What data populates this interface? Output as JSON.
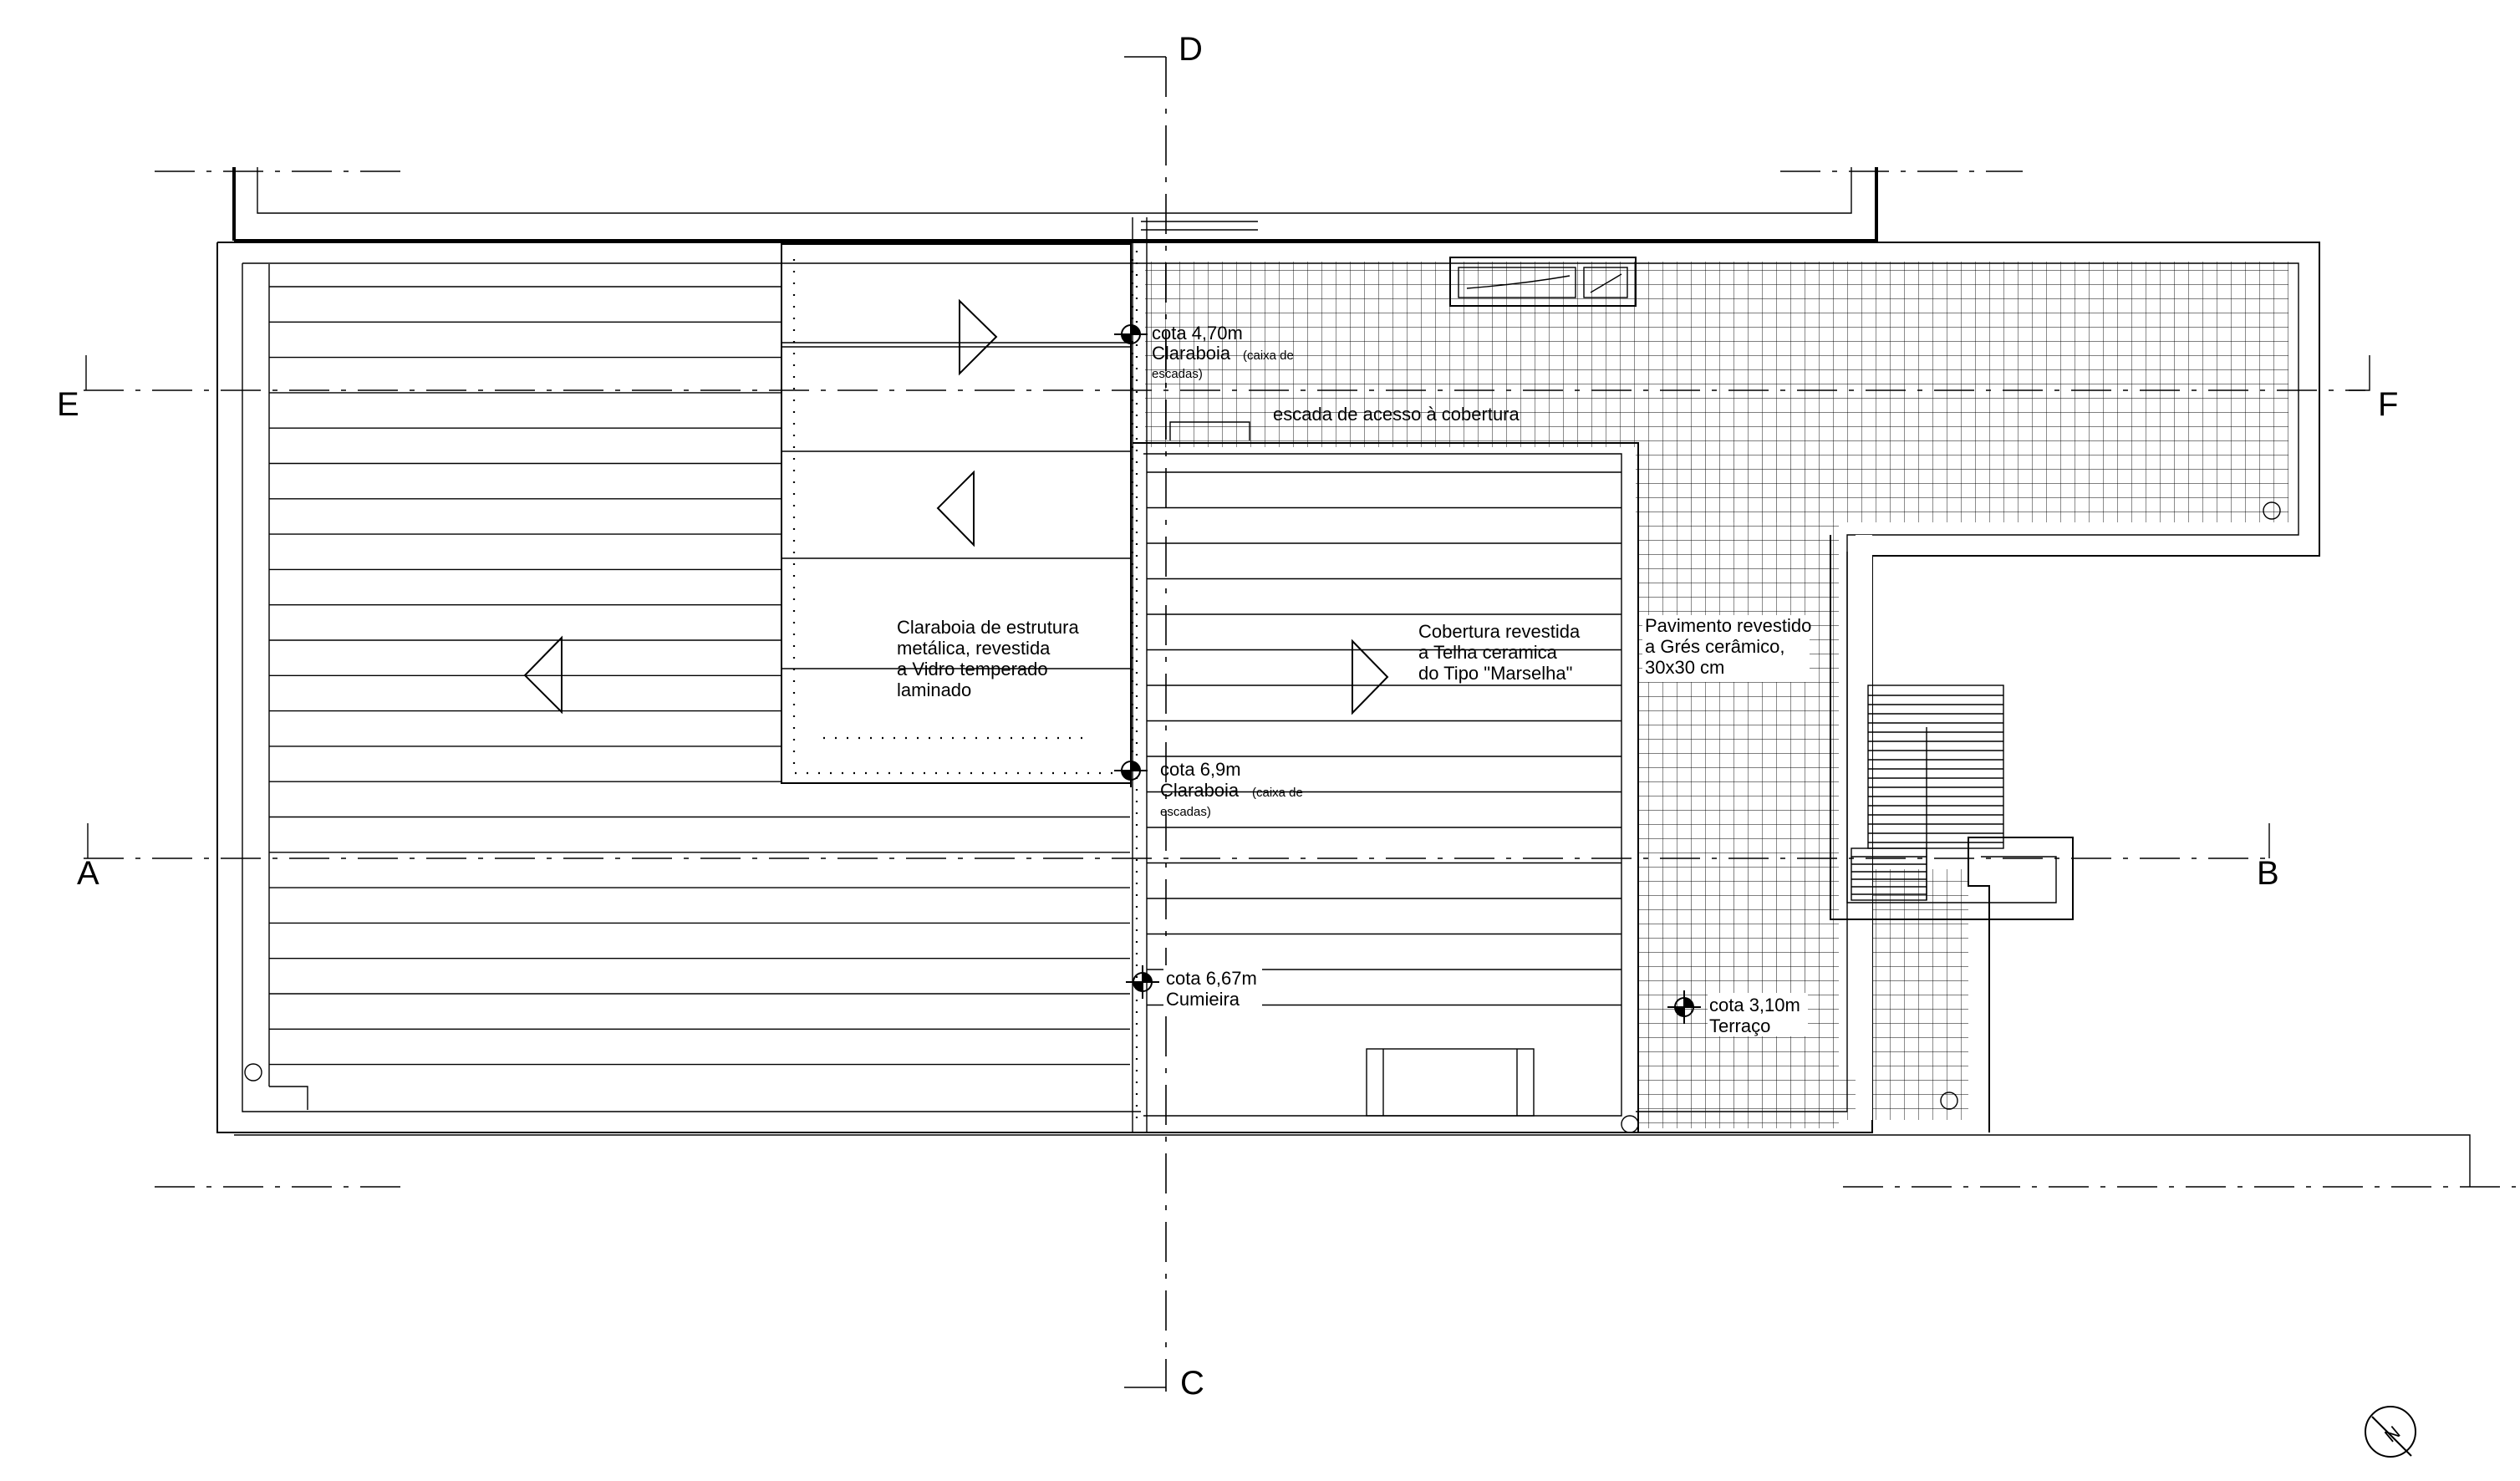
{
  "sections": {
    "a": "A",
    "b": "B",
    "c": "C",
    "d": "D",
    "e": "E",
    "f": "F"
  },
  "labels": {
    "cota_470": "cota 4,70m",
    "claraboia_1": "Claraboia",
    "caixa_1a": "(caixa de",
    "caixa_1b": "escadas)",
    "escada": "escada de acesso à  cobertura",
    "claraboia_desc": [
      "Claraboia de estrutura",
      "metálica, revestida",
      "a Vidro temperado",
      "laminado"
    ],
    "cobertura_desc": [
      "Cobertura revestida",
      "a Telha ceramica",
      "do Tipo \"Marselha\""
    ],
    "pavimento_desc": [
      "Pavimento revestido",
      "a Grés cerâmico,",
      "30x30 cm"
    ],
    "cota_69": "cota 6,9m",
    "claraboia_2": "Claraboia",
    "caixa_2a": "(caixa de",
    "caixa_2b": "escadas)",
    "cota_667": "cota 6,67m",
    "cumieira": "Cumieira",
    "cota_310": "cota 3,10m",
    "terraco": "Terraço",
    "north": "N"
  },
  "icons": {
    "level_marker": "crosshair-circle-icon",
    "north_arrow": "north-arrow-icon",
    "slope_arrow": "triangle-arrow-icon"
  }
}
